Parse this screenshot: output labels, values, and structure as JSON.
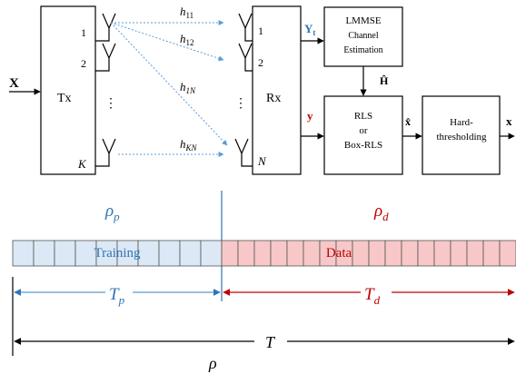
{
  "input": {
    "label": "X"
  },
  "tx": {
    "label": "Tx",
    "antennas": [
      "1",
      "2",
      "⋮",
      "K"
    ]
  },
  "rx": {
    "label": "Rx",
    "antennas": [
      "1",
      "2",
      "⋮",
      "N"
    ]
  },
  "channels": {
    "h11": "h",
    "h11_sub": "11",
    "h12": "h",
    "h12_sub": "12",
    "h1N": "h",
    "h1N_sub": "1N",
    "hKN": "h",
    "hKN_sub": "KN"
  },
  "signals": {
    "yt": "Y",
    "yt_sub": "t",
    "y": "y",
    "h_hat": "Ĥ",
    "x_hat": "x̂",
    "x_out": "x"
  },
  "blocks": {
    "lmmse": [
      "LMMSE",
      "Channel",
      "Estimation"
    ],
    "rls": [
      "RLS",
      "or",
      "Box-RLS"
    ],
    "hard": [
      "Hard-",
      "thresholding"
    ]
  },
  "frame": {
    "rho_p": "ρ",
    "rho_p_sub": "p",
    "rho_d": "ρ",
    "rho_d_sub": "d",
    "training_label": "Training",
    "data_label": "Data",
    "training_slots": 10,
    "data_slots": 18,
    "Tp": "T",
    "Tp_sub": "p",
    "Td": "T",
    "Td_sub": "d",
    "T": "T",
    "rho": "ρ"
  },
  "colors": {
    "training_fill": "#dce8f5",
    "data_fill": "#f8c7c7",
    "blue": "#2e75b6",
    "red": "#c00000",
    "dotted": "#5b9bd5"
  }
}
